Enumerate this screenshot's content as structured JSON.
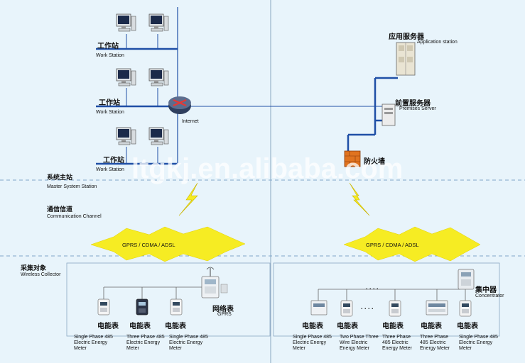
{
  "sections": {
    "master_cn": "系统主站",
    "master_en": "Master System Station",
    "comm_cn": "通信信道",
    "comm_en": "Communication Channel",
    "collect_cn": "采集对象",
    "collect_en": "Wireless Collector"
  },
  "left_top": {
    "workstations": [
      {
        "cn": "工作站",
        "en": "Work Station"
      },
      {
        "cn": "工作站",
        "en": "Work Station"
      },
      {
        "cn": "工作站",
        "en": "Work Station"
      }
    ],
    "internet": "Internet"
  },
  "right_top": {
    "app_cn": "应用服务器",
    "app_en": "Application station",
    "pre_cn": "前置服务器",
    "pre_en": "Premises Server",
    "firewall_cn": "防火墙"
  },
  "channel": {
    "left": "GPRS / CDMA / ADSL",
    "right": "GPRS / CDMA / ADSL"
  },
  "watermark": "ltgkj.en.alibaba.com",
  "left_collect": {
    "meters": [
      {
        "cn": "电能表",
        "desc": "Single Phase 485 Electric Energy Meter"
      },
      {
        "cn": "电能表",
        "desc": "Three Phase 485 Electric Energy Meter"
      },
      {
        "cn": "电能表",
        "desc": "Single Phase 485 Electric Energy Meter"
      }
    ],
    "gprs_cn": "网络表",
    "gprs_en": "GPRS"
  },
  "right_collect": {
    "dots": ". . . .",
    "concentrator_cn": "集中器",
    "concentrator_en": "Concentrator",
    "meters": [
      {
        "cn": "电能表",
        "desc": "Single Phase 485 Electric Energy Meter"
      },
      {
        "cn": "电能表",
        "desc": "Two Phase Three Wire Electric Energy Meter"
      },
      {
        "cn": "电能表",
        "desc": "Three Phase 485 Electric Energy Meter"
      },
      {
        "cn": "电能表",
        "desc": "Three Phase 485 Electric Energy Meter"
      },
      {
        "cn": "电能表",
        "desc": "Single Phase 485 Electric Energy Meter"
      }
    ]
  },
  "colors": {
    "network_line": "#1f4fa6",
    "lightning": "#f6ec23",
    "divider": "#7fa6c9"
  }
}
